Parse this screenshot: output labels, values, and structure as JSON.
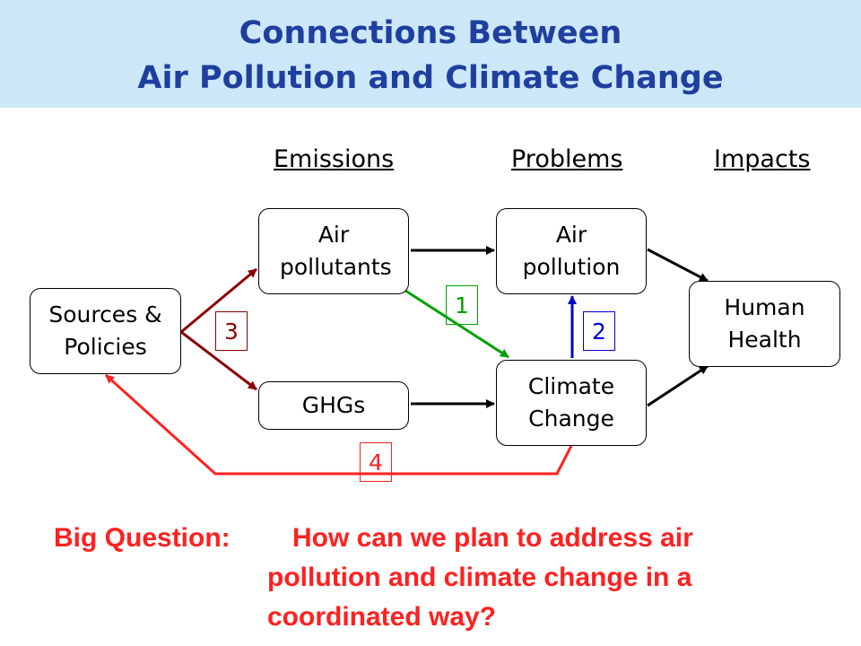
{
  "title": {
    "line1": "Connections Between",
    "line2": "Air Pollution and Climate Change"
  },
  "column_headers": {
    "emissions": "Emissions",
    "problems": "Problems",
    "impacts": "Impacts"
  },
  "nodes": {
    "sources": "Sources & Policies",
    "air_pollutants": "Air pollutants",
    "ghgs": "GHGs",
    "air_pollution": "Air pollution",
    "climate_change": "Climate Change",
    "human_health": "Human Health"
  },
  "badges": {
    "b1": "1",
    "b2": "2",
    "b3": "3",
    "b4": "4"
  },
  "question": {
    "label": "Big Question:",
    "line1": "How can we plan to address air",
    "line2": "pollution and climate change in a",
    "line3": "coordinated way?"
  },
  "colors": {
    "title": "#1f3f9f",
    "title_band": "#cce7f7",
    "link_1": "#00a000",
    "link_2": "#0000cc",
    "link_3": "#8b0000",
    "link_4": "#ff2020",
    "question": "#ff2020"
  }
}
